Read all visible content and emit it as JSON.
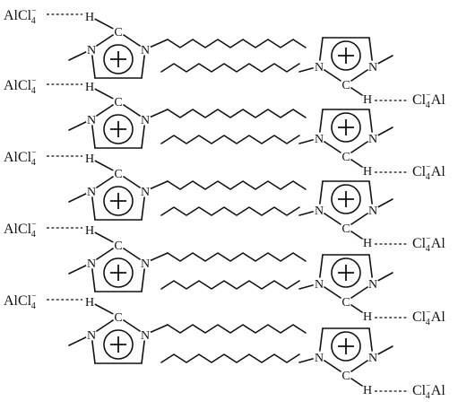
{
  "labels": {
    "atom_H": "H",
    "atom_C": "C",
    "atom_N": "N",
    "plus": "+",
    "anion_left": {
      "main": "AlCl",
      "sub": "4",
      "sup": "−"
    },
    "anion_right": {
      "main": "Cl",
      "sub": "4",
      "sup": "−",
      "tail": "Al"
    }
  },
  "structure": {
    "pair_count": 5,
    "chain_zigzag_segments": 11
  }
}
